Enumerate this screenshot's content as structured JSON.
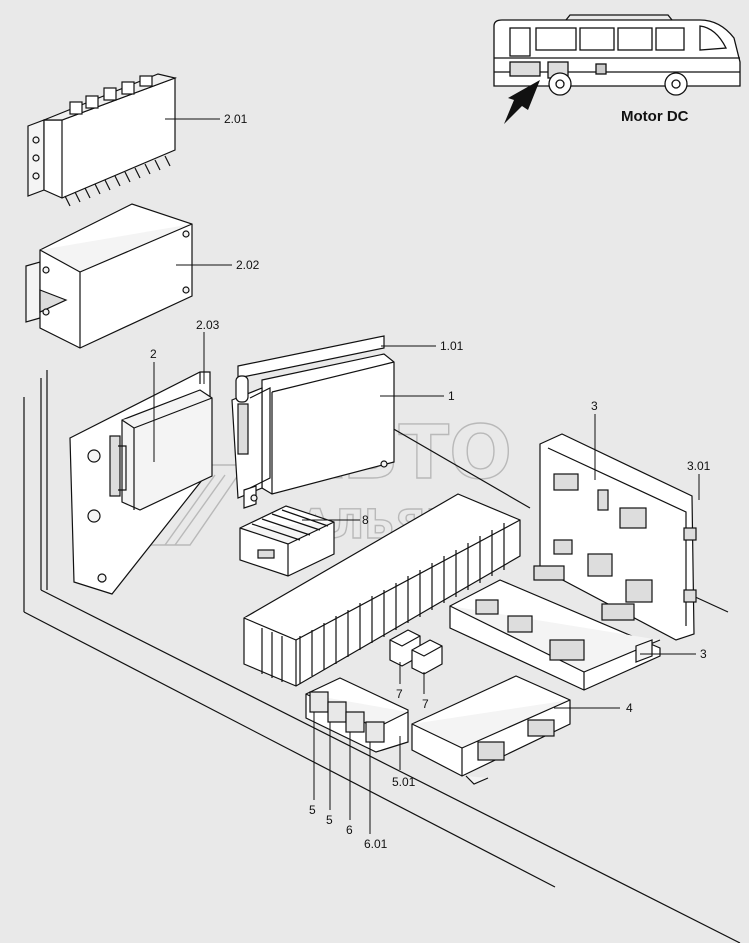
{
  "title": "Motor DC",
  "watermark": {
    "line1": "АВТО",
    "line2": "АЛЬЯНС"
  },
  "callouts": {
    "c201": "2.01",
    "c202": "2.02",
    "c203": "2.03",
    "c2": "2",
    "c101": "1.01",
    "c1": "1",
    "c3a": "3",
    "c301": "3.01",
    "c8": "8",
    "c3b": "3",
    "c7a": "7",
    "c7b": "7",
    "c4": "4",
    "c501": "5.01",
    "c5a": "5",
    "c5b": "5",
    "c6": "6",
    "c601": "6.01"
  },
  "colors": {
    "background": "#e9e9e9",
    "line": "#111111",
    "part_fill": "#f4f4f4",
    "watermark": "#b9b9b9"
  },
  "icons": [
    "bus-icon",
    "location-arrow-icon"
  ]
}
